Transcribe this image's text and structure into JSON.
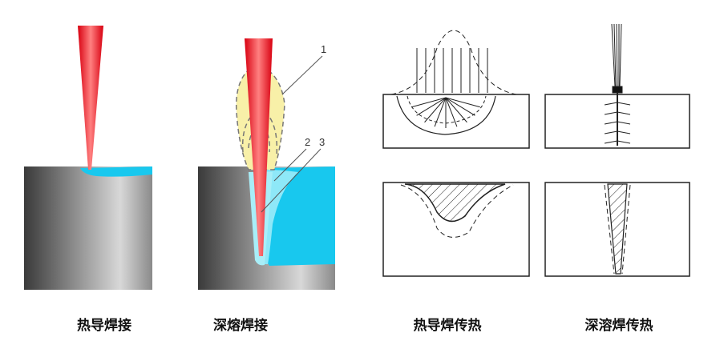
{
  "captions": {
    "conduction_welding": "热导焊接",
    "deep_penetration_welding": "深熔焊接",
    "conduction_heat_transfer": "热导焊传热",
    "deep_penetration_heat_transfer": "深溶焊传热"
  },
  "markers": {
    "m1": "1",
    "m2": "2",
    "m3": "3"
  },
  "colors": {
    "beam": "#e8141c",
    "pool": "#18c8ee",
    "plume": "#f8f0a8",
    "metal": "#8a8a8a"
  }
}
